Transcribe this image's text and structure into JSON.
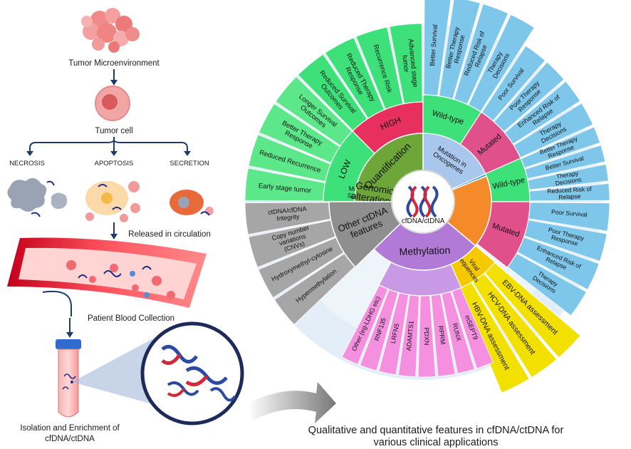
{
  "left_flow": {
    "tumor_microenvironment": "Tumor Microenvironment",
    "tumor_cell": "Tumor cell",
    "necrosis": "NECROSIS",
    "apoptosis": "APOPTOSIS",
    "secretion": "SECRETION",
    "released": "Released in circulation",
    "blood_collection": "Patient Blood Collection",
    "isolation_line1": "Isolation and Enrichment of",
    "isolation_line2": "cfDNA/ctDNA"
  },
  "caption": {
    "line1": "Qualitative and quantitative features in cfDNA/ctDNA for",
    "line2": "various clinical applications"
  },
  "center": {
    "label": "cfDNA/ctDNA"
  },
  "categories": {
    "quantification": "Quantification",
    "genomic_line1": "Genomic",
    "genomic_line2": "alterations",
    "methylation": "Methylation",
    "other_line1": "Other ctDNA",
    "other_line2": "features"
  },
  "sub": {
    "high": "HIGH",
    "low": "LOW",
    "oncogenes_line1": "Mutation in",
    "oncogenes_line2": "Oncogenes",
    "tsg_line1": "Mutation in Tumor",
    "tsg_line2": "Suppressor genes",
    "viral_line1": "Viral",
    "viral_line2": "sequences",
    "wild_type_top": "Wild-type",
    "mutated_top": "Mutated",
    "wild_type_mid": "Wild-type",
    "mutated_mid": "Mutated"
  },
  "leaves": {
    "low": [
      "Early stage tumor",
      "Reduced Recurrence",
      "Better Therapy Response",
      "Longer Survival Outcomes"
    ],
    "high": [
      "Reduced Survival Outcomes",
      "Reduced Therapy Response",
      "Recurrence Risk",
      "Advanced stage tumor"
    ],
    "wt_top": [
      "Better Survival",
      "Better Therapy Response",
      "Reduced Risk of Relapse",
      "Therapy Decisions"
    ],
    "mut_top": [
      "Poor Survival",
      "Poor Therapy Response",
      "Enhanced Risk of Relapse",
      "Therapy Decisions"
    ],
    "wt_mid": [
      "Better Therapy Response",
      "Better Survival",
      "Therapy Decisions",
      "Reduced Risk of Relapse"
    ],
    "mut_mid": [
      "Poor Survival",
      "Poor Therapy Response",
      "Enhanced Risk of Relapse",
      "Therapy Decisions"
    ],
    "viral": [
      "EBV-DNA assessment",
      "HCV-DNA assessment",
      "HBV-DNA assessment"
    ],
    "methylation": [
      "mSEPT9",
      "RUNX",
      "RPRM",
      "PDXN",
      "ADAMTS1",
      "LRFN5",
      "RNF135",
      "Other (eg-LDHG etc)"
    ],
    "other": [
      "Hypermethylation",
      "Hydroxymethyl-cytosine",
      "Copy number variations (CNVs)",
      "ctDNA/cfDNA Integrity"
    ]
  },
  "colors": {
    "green": "#3ee07a",
    "red": "#e8305f",
    "olive": "#6ea63a",
    "blue": "#5fa9d8",
    "orange": "#f58a2a",
    "tsg_blue": "#2e9be0",
    "pink": "#e0508a",
    "yellow": "#f5c800",
    "purple": "#b07ad6",
    "magenta": "#f07ad8",
    "gray": "#8f8f8f"
  }
}
